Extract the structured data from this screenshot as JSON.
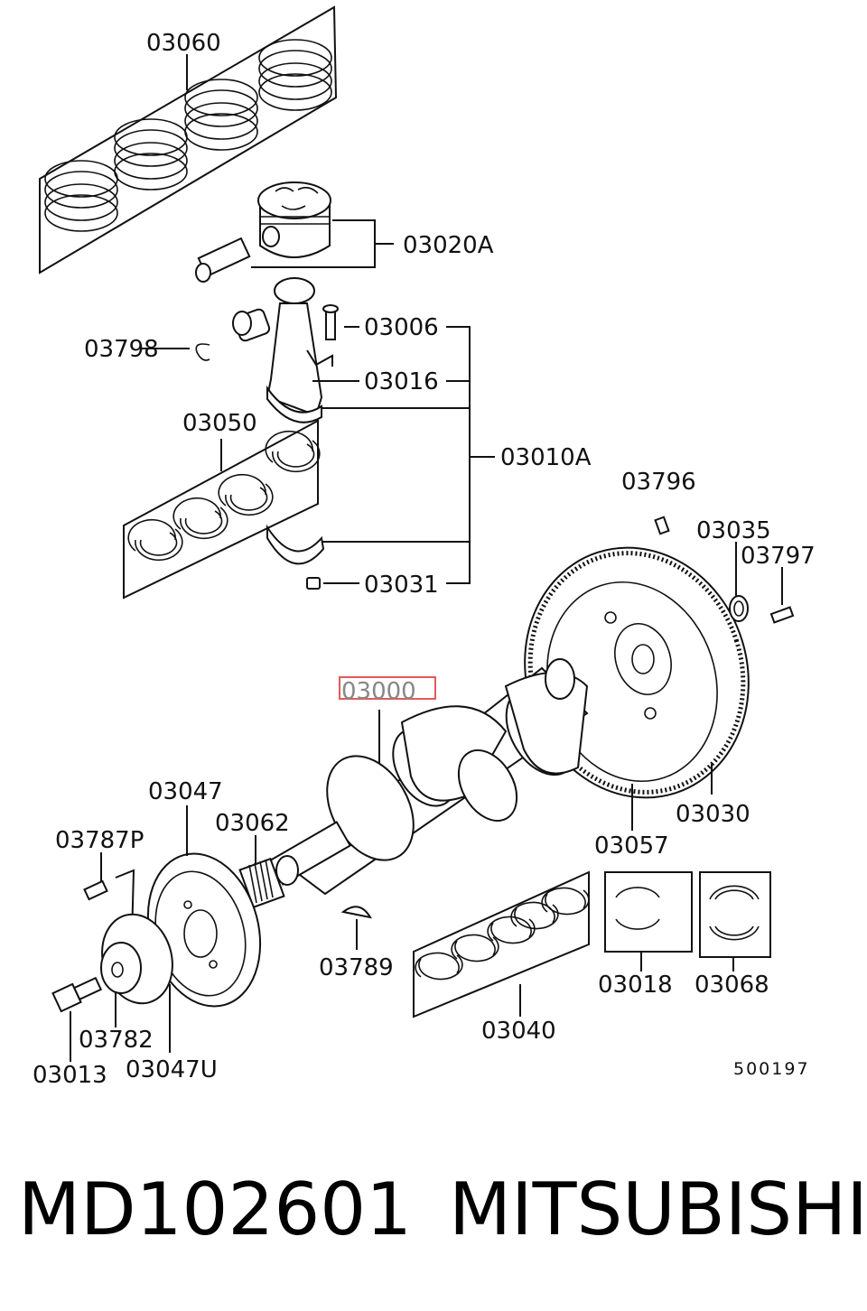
{
  "labels": {
    "l03060": "03060",
    "l03020A": "03020A",
    "l03006": "03006",
    "l03798": "03798",
    "l03016": "03016",
    "l03050": "03050",
    "l03010A": "03010A",
    "l03796": "03796",
    "l03035": "03035",
    "l03797": "03797",
    "l03031": "03031",
    "l03000": "03000",
    "l03047": "03047",
    "l03062": "03062",
    "l03787P": "03787P",
    "l03030": "03030",
    "l03057": "03057",
    "l03789": "03789",
    "l03018": "03018",
    "l03068": "03068",
    "l03040": "03040",
    "l03782": "03782",
    "l03013": "03013",
    "l03047U": "03047U",
    "code": "500197"
  },
  "highlight_color": "#e05a5a",
  "footer": {
    "part_number": "MD102601",
    "brand": "MITSUBISHI"
  }
}
